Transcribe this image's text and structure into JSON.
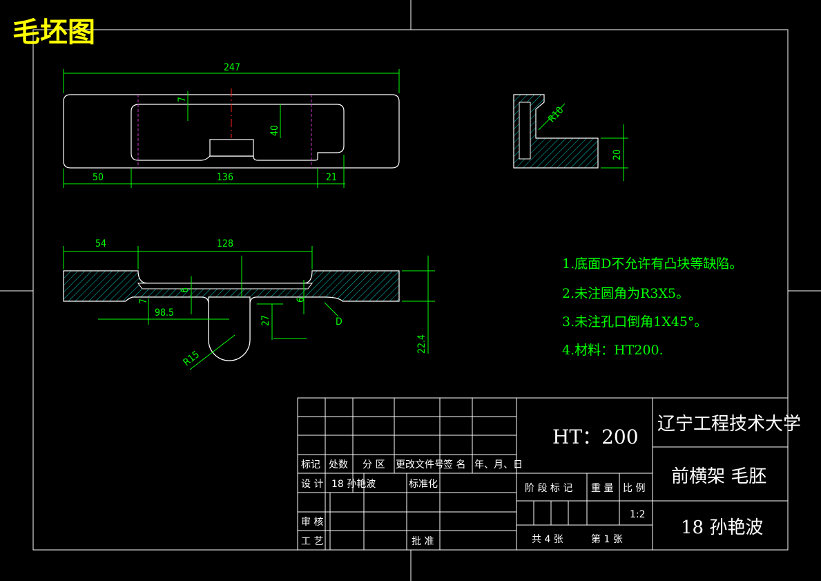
{
  "sheet_title": "毛坯图",
  "colors": {
    "background": "#000000",
    "outline": "#ffffff",
    "dimension": "#00ff00",
    "hatch": "#00cccc",
    "centerline": "#ff2020",
    "hidden": "#cc33cc",
    "title": "#ffff00"
  },
  "top_view_dims": {
    "overall": "247",
    "left": "50",
    "middle": "136",
    "right": "21",
    "height": "40",
    "small": "7"
  },
  "side_view_dims": {
    "radius": "R10",
    "height": "20"
  },
  "section_view_dims": {
    "left": "54",
    "middle": "128",
    "offset": "98.5",
    "h7": "7",
    "h6a": "6",
    "h6b": "6",
    "h27": "27",
    "h22": "22.4",
    "radius": "R15",
    "label_d": "D"
  },
  "notes": [
    "1.底面D不允许有凸块等缺陷。",
    "2.未注圆角为R3X5。",
    "3.未注孔口倒角1X45°。",
    "4.材料：HT200."
  ],
  "title_block": {
    "header": [
      "标记",
      "处数",
      "分 区",
      "更改文件号",
      "签 名",
      "年、月、日"
    ],
    "design_label": "设 计",
    "designer": "18 孙艳波",
    "standardization": "标准化",
    "review": "审 核",
    "process": "工 艺",
    "approve": "批 准",
    "material": "HT：200",
    "stage_mark": "阶 段 标 记",
    "weight": "重 量",
    "scale_label": "比 例",
    "scale": "1:2",
    "sheets_total": "共 4  张",
    "sheet_no": "第  1 张",
    "university": "辽宁工程技术大学",
    "part_name": "前横架 毛胚",
    "student": "18 孙艳波"
  }
}
